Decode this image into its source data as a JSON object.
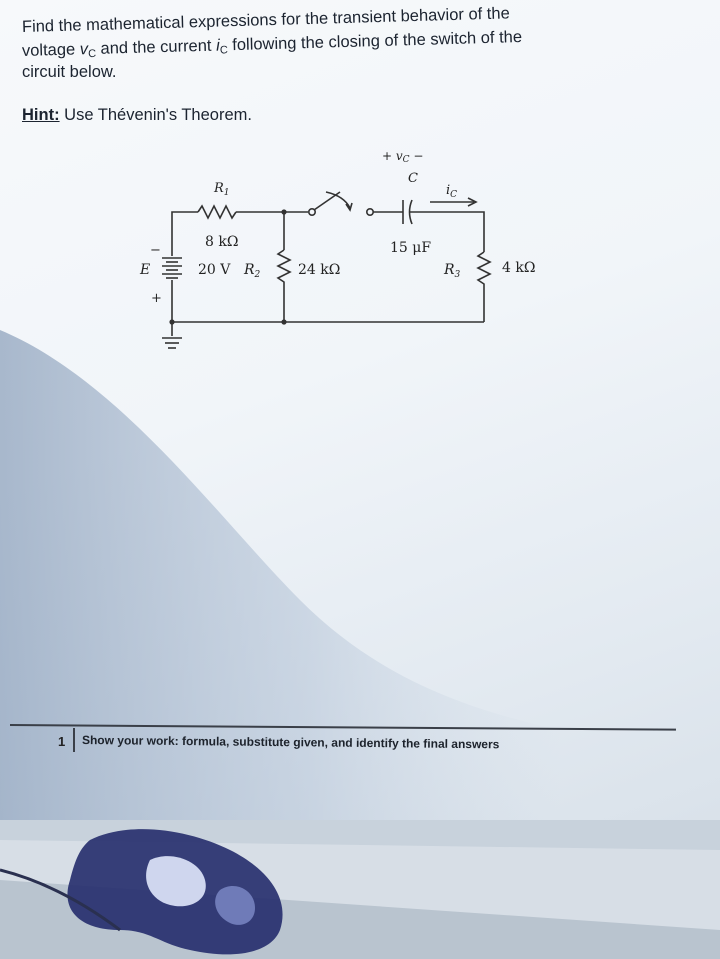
{
  "problem": {
    "line1": "Find the mathematical expressions for the transient behavior of the",
    "line2_a": "voltage ",
    "line2_vc": "v",
    "line2_vc_sub": "C",
    "line2_b": " and the current ",
    "line2_ic": "i",
    "line2_ic_sub": "C",
    "line2_c": " following the closing of the switch of the",
    "line3": "circuit below."
  },
  "hint": {
    "label": "Hint:",
    "text": " Use Thévenin's Theorem."
  },
  "circuit": {
    "vc_label": "+ v",
    "vc_sub": "C",
    "vc_minus": " −",
    "c_label": "C",
    "ic_label": "i",
    "ic_sub": "C",
    "r1_name": "R",
    "r1_sub": "1",
    "r1_value": "8 kΩ",
    "cap_value": "15 μF",
    "e_label": "E",
    "e_value": "20 V",
    "r2_name": "R",
    "r2_sub": "2",
    "r2_value": "24 kΩ",
    "r3_name": "R",
    "r3_sub": "3",
    "r3_value": "4 kΩ",
    "minus_sign": "−",
    "plus_sign": "+"
  },
  "footer": {
    "number": "1",
    "text": "Show your work: formula, substitute given, and identify the final answers"
  }
}
